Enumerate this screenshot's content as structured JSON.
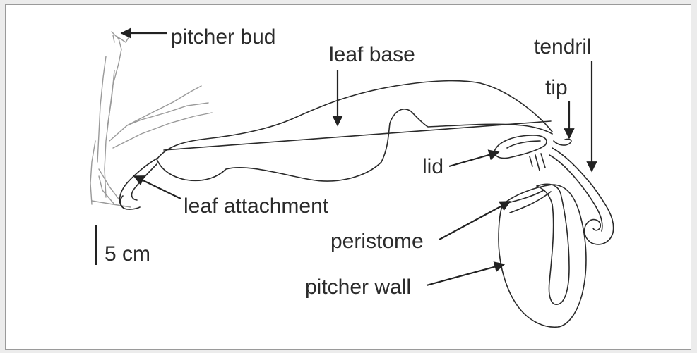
{
  "labels": {
    "pitcher_bud": "pitcher bud",
    "leaf_base": "leaf base",
    "tendril": "tendril",
    "tip": "tip",
    "lid": "lid",
    "leaf_attachment": "leaf attachment",
    "peristome": "peristome",
    "pitcher_wall": "pitcher wall",
    "scale": "5 cm"
  },
  "colors": {
    "line": "#2a2a2a",
    "stem": "#9a9a9a",
    "text": "#2b2b2b"
  }
}
